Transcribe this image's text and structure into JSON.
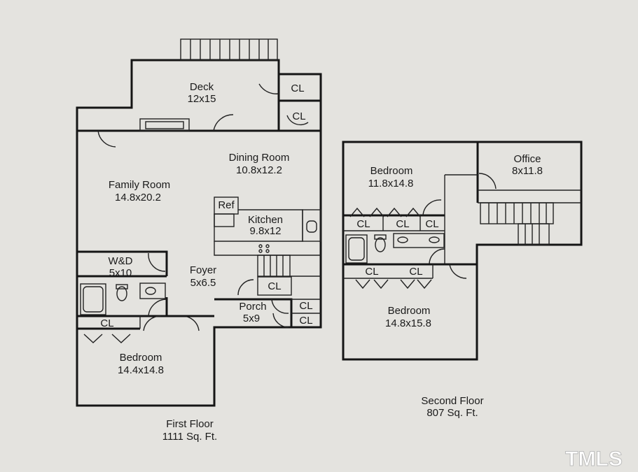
{
  "first_floor": {
    "rooms": {
      "deck": {
        "name": "Deck",
        "size": "12x15"
      },
      "dining": {
        "name": "Dining Room",
        "size": "10.8x12.2"
      },
      "family": {
        "name": "Family Room",
        "size": "14.8x20.2"
      },
      "kitchen": {
        "name": "Kitchen",
        "size": "9.8x12"
      },
      "wd": {
        "name": "W&D",
        "size": "5x10"
      },
      "foyer": {
        "name": "Foyer",
        "size": "5x6.5"
      },
      "porch": {
        "name": "Porch",
        "size": "5x9"
      },
      "bedroom": {
        "name": "Bedroom",
        "size": "14.4x14.8"
      }
    },
    "ref_label": "Ref",
    "closet_label": "CL",
    "caption": {
      "title": "First Floor",
      "area": "1111 Sq. Ft."
    }
  },
  "second_floor": {
    "rooms": {
      "bedroom1": {
        "name": "Bedroom",
        "size": "11.8x14.8"
      },
      "office": {
        "name": "Office",
        "size": "8x11.8"
      },
      "bedroom2": {
        "name": "Bedroom",
        "size": "14.8x15.8"
      }
    },
    "closet_label": "CL",
    "caption": {
      "title": "Second Floor",
      "area": "807 Sq. Ft."
    }
  },
  "watermark": "TMLS"
}
